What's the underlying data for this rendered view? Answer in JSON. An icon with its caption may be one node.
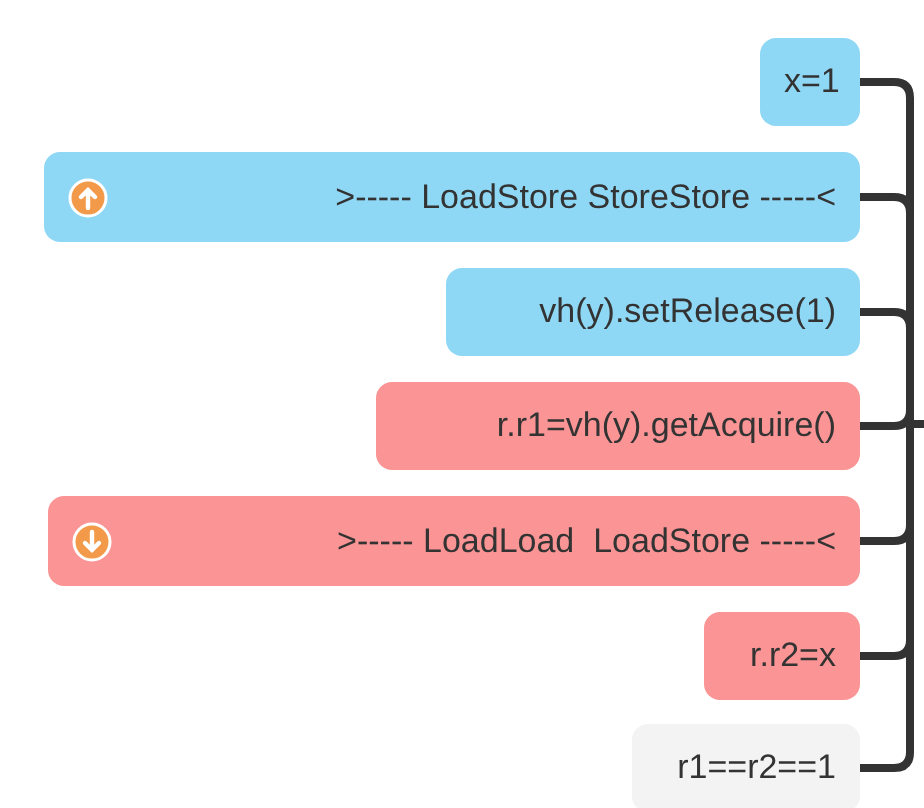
{
  "diagram": {
    "nodes": [
      {
        "text": [
          "x=1"
        ]
      },
      {
        "text": [
          ">----- LoadStore StoreStore -----<"
        ]
      },
      {
        "text": [
          "vh(y).setRelease(1)"
        ]
      },
      {
        "text": [
          "r.r1=vh(y).getAcquire()"
        ]
      },
      {
        "text": [
          ">----- LoadLoad  LoadStore -----<"
        ]
      },
      {
        "text": [
          "r.r2=x"
        ]
      },
      {
        "text": [
          "r1==r2==1"
        ]
      }
    ],
    "edges": [
      {
        "from": 0,
        "to": null,
        "arrow": "none"
      },
      {
        "from": 1,
        "to": null,
        "arrow": "none"
      },
      {
        "from": 2,
        "to": null,
        "arrow": "none"
      },
      {
        "from": 3,
        "to": null,
        "arrow": "none"
      },
      {
        "from": 4,
        "to": null,
        "arrow": "none"
      },
      {
        "from": 5,
        "to": null,
        "arrow": "none"
      },
      {
        "from": 6,
        "to": null,
        "arrow": "none"
      }
    ]
  }
}
